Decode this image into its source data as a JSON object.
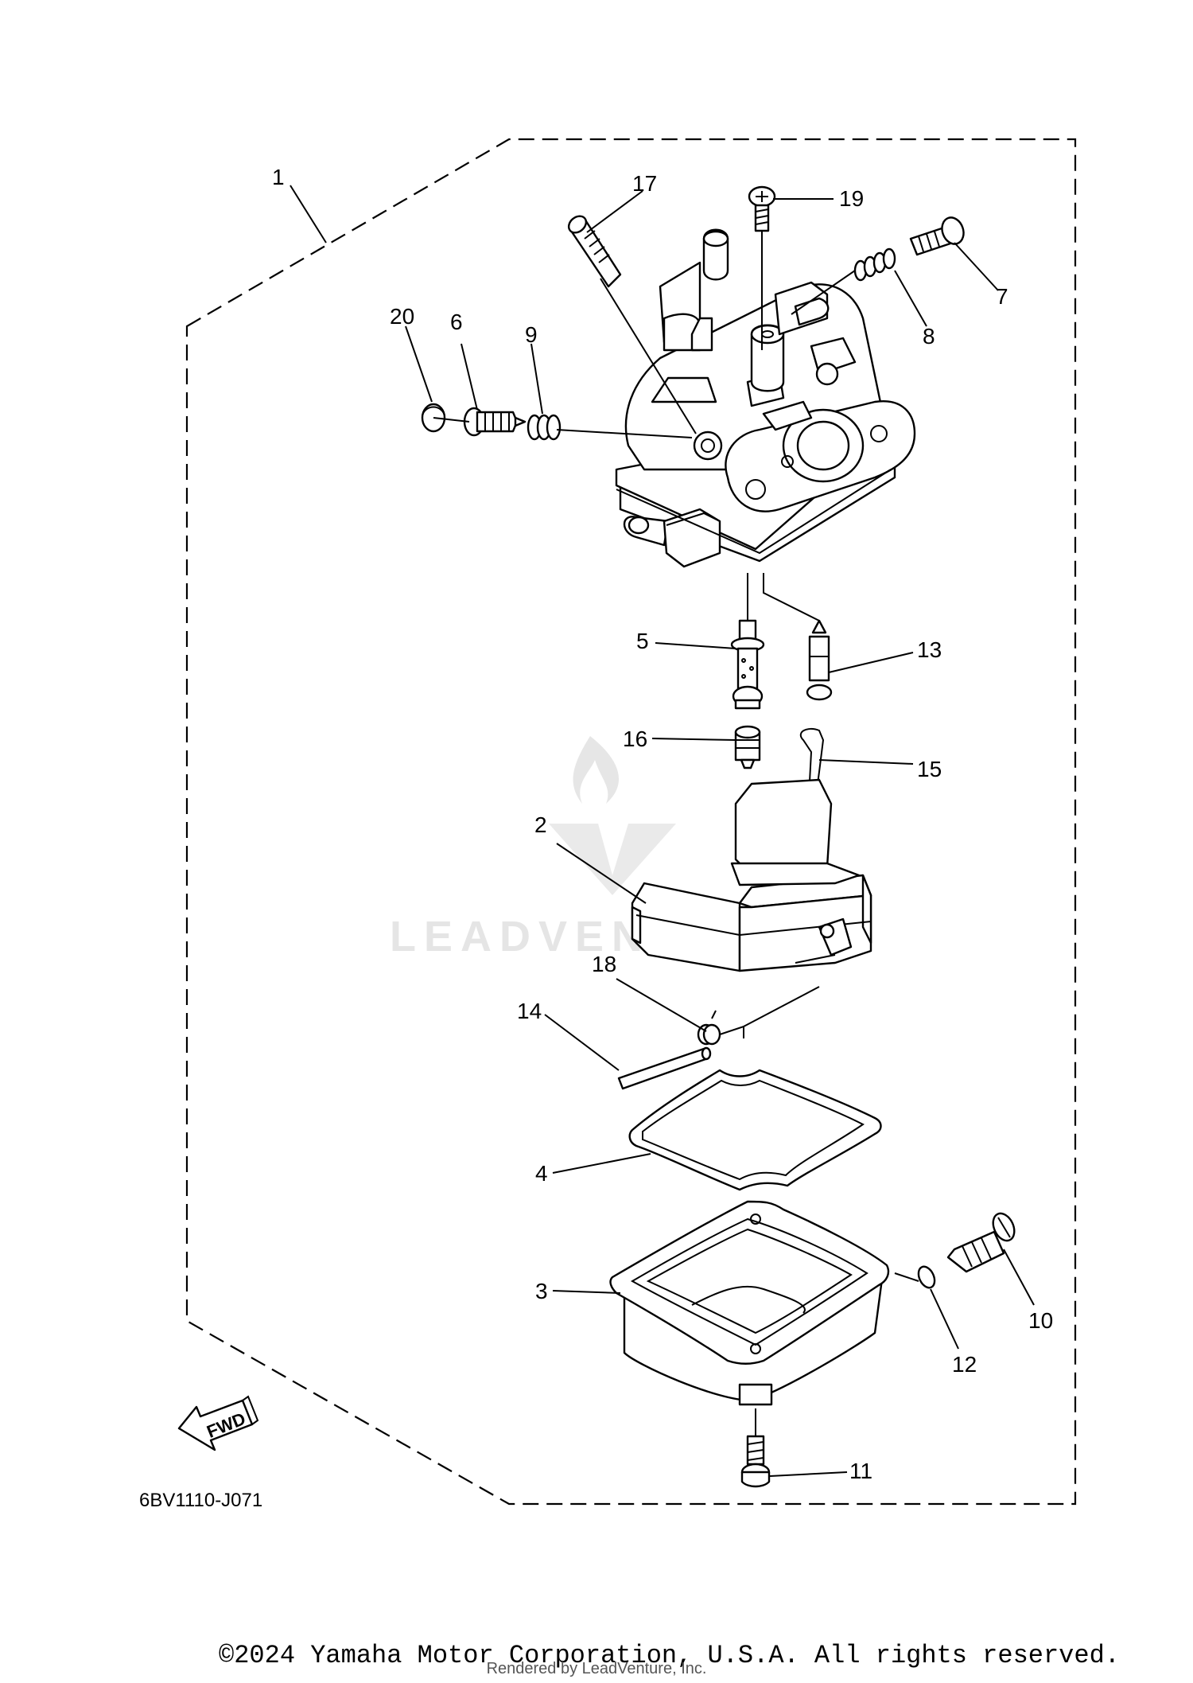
{
  "diagram": {
    "callouts": [
      "1",
      "2",
      "3",
      "4",
      "5",
      "6",
      "7",
      "8",
      "9",
      "10",
      "11",
      "12",
      "13",
      "14",
      "15",
      "16",
      "17",
      "18",
      "19",
      "20"
    ],
    "drawing_code": "6BV1110-J071",
    "fwd_label": "FWD",
    "watermark": "LEADVENTURE"
  },
  "footer": {
    "copyright": "©2024 Yamaha Motor Corporation, U.S.A. All rights reserved.",
    "rendered_by": "Rendered by LeadVenture, Inc."
  }
}
